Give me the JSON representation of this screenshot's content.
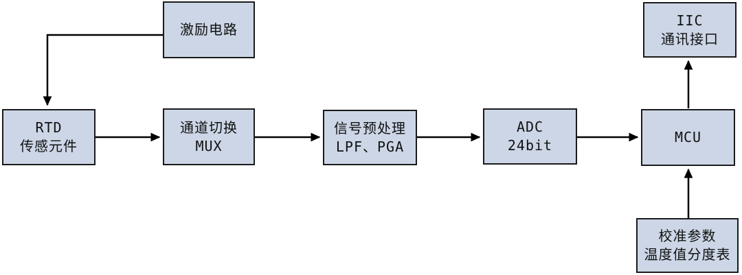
{
  "diagram": {
    "type": "block-diagram",
    "colors": {
      "box_fill": "#ccd6e6",
      "box_border": "#1a1a1a",
      "arrow": "#000000",
      "background": "#ffffff",
      "text": "#111111"
    },
    "blocks": {
      "excitation": {
        "lines": [
          "激励电路"
        ]
      },
      "rtd": {
        "lines": [
          "RTD",
          "传感元件"
        ]
      },
      "mux": {
        "lines": [
          "通道切换",
          "MUX"
        ]
      },
      "preprocess": {
        "lines": [
          "信号预处理",
          "LPF、PGA"
        ]
      },
      "adc": {
        "lines": [
          "ADC",
          "24bit"
        ]
      },
      "mcu": {
        "lines": [
          "MCU"
        ]
      },
      "iic": {
        "lines": [
          "IIC",
          "通讯接口"
        ]
      },
      "calibration": {
        "lines": [
          "校准参数",
          "温度值分度表"
        ]
      }
    },
    "connections": [
      {
        "from": "excitation",
        "to": "rtd",
        "style": "elbow-left-down"
      },
      {
        "from": "rtd",
        "to": "mux",
        "style": "straight-right"
      },
      {
        "from": "mux",
        "to": "preprocess",
        "style": "straight-right"
      },
      {
        "from": "preprocess",
        "to": "adc",
        "style": "straight-right"
      },
      {
        "from": "adc",
        "to": "mcu",
        "style": "straight-right"
      },
      {
        "from": "mcu",
        "to": "iic",
        "style": "straight-up"
      },
      {
        "from": "calibration",
        "to": "mcu",
        "style": "straight-up"
      }
    ]
  }
}
